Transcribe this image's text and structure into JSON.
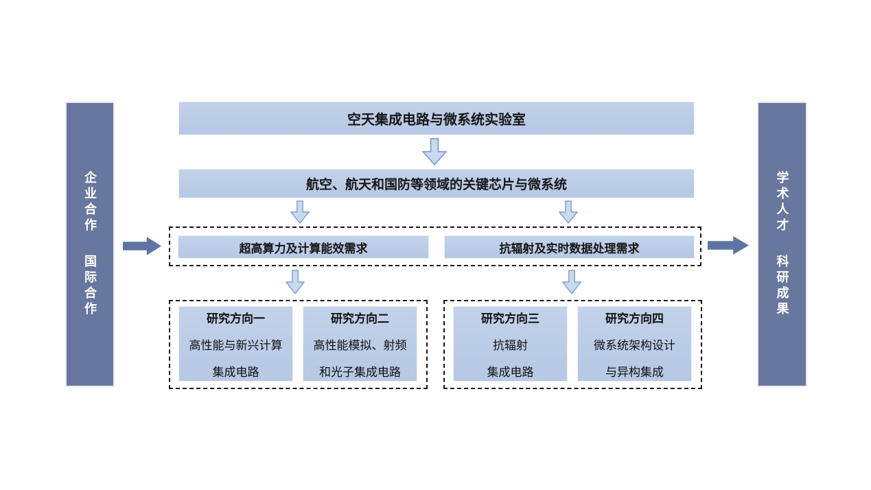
{
  "palette": {
    "light_box_fill": "#b9cbe5",
    "dark_bar_fill": "#68779e",
    "down_arrow_fill": "#c9d9ee",
    "down_arrow_stroke": "#7e9ecf",
    "dark_arrow_fill": "#5e74a3",
    "dashed_border": "#141414",
    "bar_text": "#ffffff",
    "box_text": "#161616"
  },
  "left_bar": {
    "label1": "企业合作",
    "label2": "国际合作"
  },
  "right_bar": {
    "label1": "学术人才",
    "label2": "科研成果"
  },
  "top_box": {
    "label": "空天集成电路与微系统实验室"
  },
  "domain_box": {
    "label": "航空、航天和国防等领域的关键芯片与微系统"
  },
  "needs": [
    {
      "label": "超高算力及计算能效需求"
    },
    {
      "label": "抗辐射及实时数据处理需求"
    }
  ],
  "research": [
    {
      "directions": [
        {
          "title": "研究方向一",
          "line1": "高性能与新兴计算",
          "line2": "集成电路"
        },
        {
          "title": "研究方向二",
          "line1": "高性能模拟、射频",
          "line2": "和光子集成电路"
        }
      ]
    },
    {
      "directions": [
        {
          "title": "研究方向三",
          "line1": "抗辐射",
          "line2": "集成电路"
        },
        {
          "title": "研究方向四",
          "line1": "微系统架构设计",
          "line2": "与异构集成"
        }
      ]
    }
  ]
}
